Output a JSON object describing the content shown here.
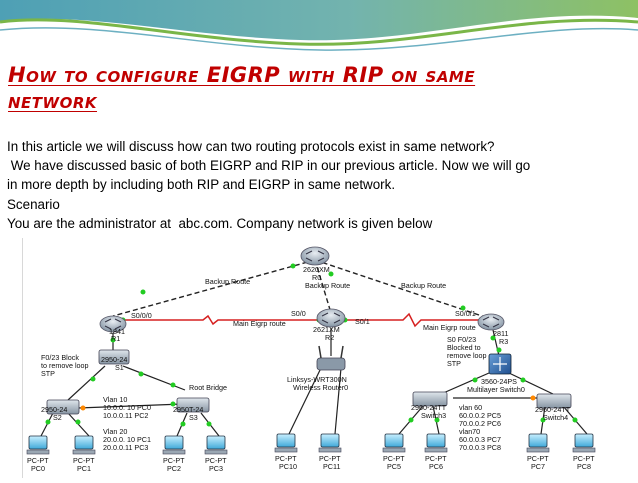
{
  "slide": {
    "title_line1": "How to configure EIGRP with RIP on same",
    "title_line2": "network",
    "paragraphs": [
      "In this article we will discuss how can two routing protocols exist in same network?",
      " We have discussed basic of both EIGRP and RIP in our previous article. Now we will go",
      "in more depth by including both RIP and EIGRP in same network.",
      "Scenario",
      "You are the administrator at  abc.com. Company network is given below"
    ]
  },
  "diagram": {
    "router0_model": "2620XM",
    "router0_name": "R0",
    "router1_model": "1841",
    "router1_name": "R1",
    "router2_model": "2621XM",
    "router2_name": "R2",
    "router3_model": "2811",
    "router3_name": "R3",
    "backup_route_left": "Backup Route",
    "backup_route_mid": "Backup Route",
    "backup_route_right": "Backup Route",
    "main_eigrp_left": "Main Eigrp route",
    "main_eigrp_right": "Main Eigrp route",
    "if_s000": "S0/0/0",
    "if_s00": "S0/0",
    "if_s01": "S0/1",
    "if_s001": "S0/0/1",
    "s1_model": "2950-24",
    "s1_name": "S1",
    "s2_model": "2950-24",
    "s2_name": "S2",
    "s3_model": "2950T-24",
    "s3_name": "S3",
    "sw3_model": "2960-24TT",
    "sw3_name": "Switch3",
    "sw4_model": "2960-24TT",
    "sw4_name": "Switch4",
    "mls_model": "3560-24PS",
    "mls_name": "Multilayer Switch0",
    "wrt_model": "Linksys-WRT300N",
    "wrt_name": "Wireless Router0",
    "note_left": [
      "F0/23 Block",
      "to remove loop",
      "STP"
    ],
    "note_root": "Root Bridge",
    "note_right": [
      "S0 F0/23",
      "Blocked to",
      "remove loop",
      "STP"
    ],
    "vlan_left": [
      "Vlan 10",
      "10.0.0. 10 PC0",
      "10.0.0.11 PC2",
      "",
      "Vlan 20",
      "20.0.0. 10 PC1",
      "20.0.0.11 PC3"
    ],
    "vlan_right": [
      "vlan 60",
      "60.0.0.2 PC5",
      "70.0.0.2 PC6",
      "vlan70",
      "60.0.0.3 PC7",
      "70.0.0.3 PC8"
    ],
    "pcs": [
      {
        "type": "PC-PT",
        "name": "PC0"
      },
      {
        "type": "PC-PT",
        "name": "PC1"
      },
      {
        "type": "PC-PT",
        "name": "PC2"
      },
      {
        "type": "PC-PT",
        "name": "PC3"
      },
      {
        "type": "PC-PT",
        "name": "PC10"
      },
      {
        "type": "PC-PT",
        "name": "PC11"
      },
      {
        "type": "PC-PT",
        "name": "PC5"
      },
      {
        "type": "PC-PT",
        "name": "PC6"
      },
      {
        "type": "PC-PT",
        "name": "PC7"
      },
      {
        "type": "PC-PT",
        "name": "PC8"
      }
    ]
  },
  "colors": {
    "title": "#c00000",
    "band_teal": "#2f8fa8",
    "band_green": "#7ab648",
    "serial_red": "#d62020",
    "link_dark": "#222222",
    "led_green": "#22cc22",
    "led_orange": "#ff8800"
  }
}
